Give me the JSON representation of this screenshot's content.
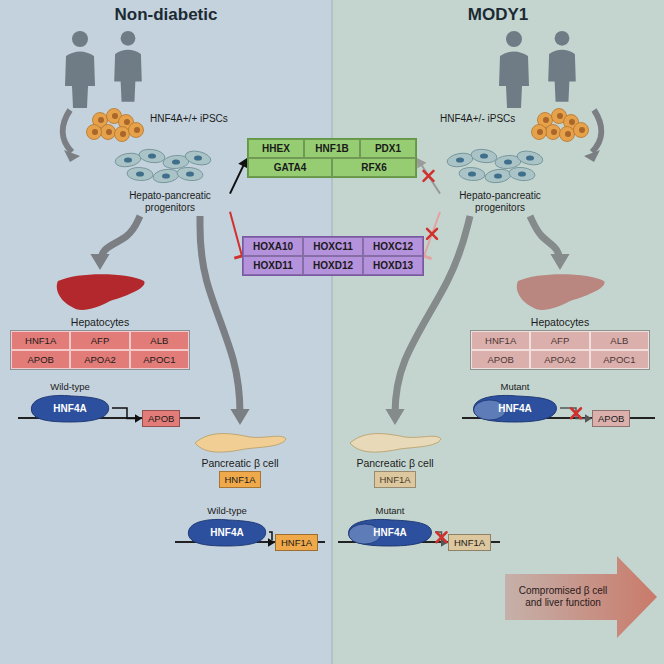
{
  "diagram": {
    "nodes": [
      {
        "text": [
          "Non-diabetic"
        ]
      },
      {
        "text": [
          "MODY1"
        ]
      },
      {
        "text": [
          "Hepato-pancreatic progenitors"
        ],
        "in": 0
      },
      {
        "text": [
          "Hepato-pancreatic progenitors"
        ],
        "in": 1
      },
      {
        "text": [
          "HHEX",
          "HNF1B",
          "PDX1",
          "GATA4",
          "RFX6"
        ]
      },
      {
        "text": [
          "HOXA10",
          "HOXC11",
          "HOXC12",
          "HOXD11",
          "HOXD12",
          "HOXD13"
        ]
      },
      {
        "text": [
          "Hepatocytes",
          "HNF1A",
          "AFP",
          "ALB",
          "APOB",
          "APOA2",
          "APOC1"
        ],
        "in": 0
      },
      {
        "text": [
          "Pancreatic β cell",
          "HNF1A"
        ],
        "in": 0
      },
      {
        "text": [
          "Hepatocytes",
          "HNF1A",
          "AFP",
          "ALB",
          "APOB",
          "APOA2",
          "APOC1"
        ],
        "in": 1
      },
      {
        "text": [
          "Pancreatic β cell",
          "HNF1A"
        ],
        "in": 1
      },
      {
        "text": [
          "Wild-type",
          "HNF4A"
        ],
        "in": 0
      },
      {
        "text": [
          "APOB"
        ],
        "in": 0
      },
      {
        "text": [
          "Wild-type",
          "HNF4A"
        ],
        "in": 0
      },
      {
        "text": [
          "HNF1A"
        ],
        "in": 0
      },
      {
        "text": [
          "Mutant",
          "HNF4A"
        ],
        "in": 1
      },
      {
        "text": [
          "APOB"
        ],
        "in": 1
      },
      {
        "text": [
          "Mutant",
          "HNF4A"
        ],
        "in": 1
      },
      {
        "text": [
          "HNF1A"
        ],
        "in": 1
      },
      {
        "text": [
          "Compromised β cell and liver function"
        ],
        "in": 1
      }
    ],
    "edges": [
      {
        "from": 2,
        "to": 4,
        "arrow": "to"
      },
      {
        "from": 2,
        "to": 5,
        "arrow": "none"
      },
      {
        "from": 3,
        "to": 4,
        "arrow": "to"
      },
      {
        "from": 3,
        "to": 5,
        "arrow": "none"
      },
      {
        "from": 2,
        "to": 6,
        "arrow": "to"
      },
      {
        "from": 2,
        "to": 7,
        "arrow": "to"
      },
      {
        "from": 3,
        "to": 8,
        "arrow": "to"
      },
      {
        "from": 3,
        "to": 9,
        "arrow": "to"
      },
      {
        "from": 10,
        "to": 11,
        "arrow": "to"
      },
      {
        "from": 12,
        "to": 13,
        "arrow": "to"
      },
      {
        "from": 14,
        "to": 15,
        "arrow": "to"
      },
      {
        "from": 16,
        "to": 17,
        "arrow": "to"
      }
    ],
    "labels": [
      "HNF4A+/+ iPSCs",
      "HNF4A+/- iPSCs"
    ]
  }
}
